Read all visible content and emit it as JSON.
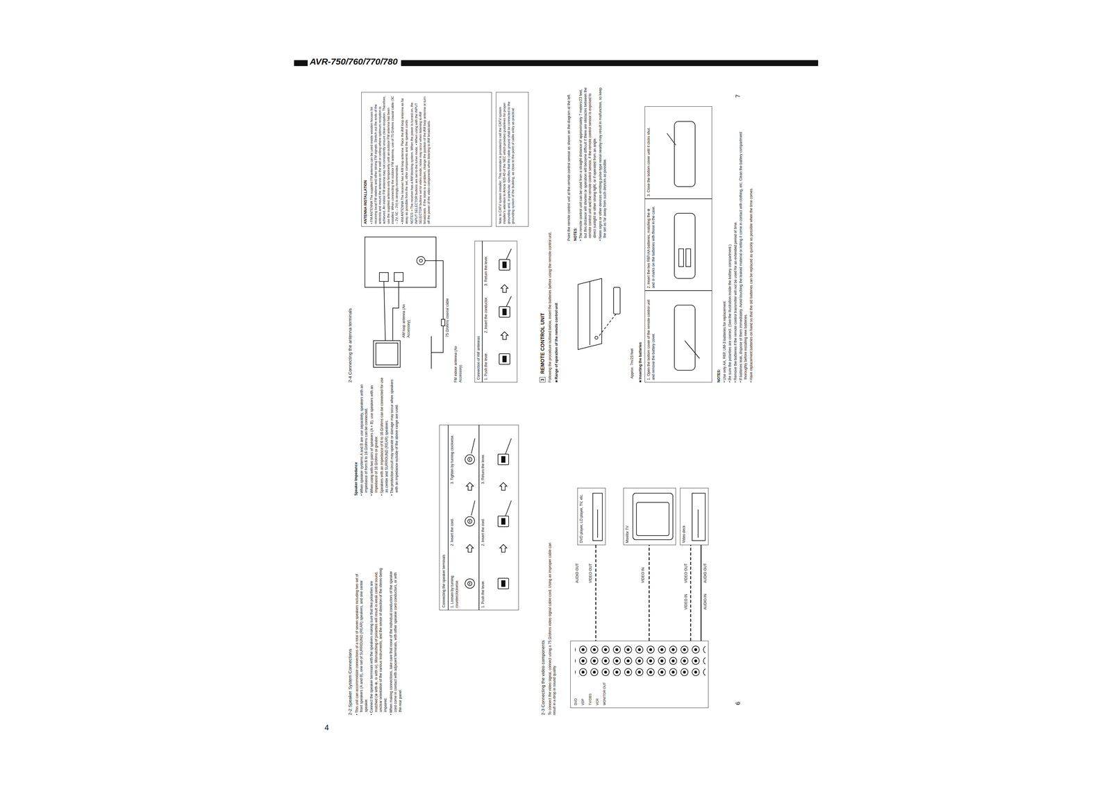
{
  "diagram": {
    "nodes": [
      {
        "text": [
          "Connecting the speaker terminals"
        ]
      },
      {
        "text": [
          "DVD",
          "VDP",
          "TV/DBS",
          "VCR",
          "MONITOR OUT"
        ]
      },
      {
        "text": [
          "DVD player, LD player, TV, etc."
        ]
      },
      {
        "text": [
          "Monitor TV"
        ]
      },
      {
        "text": [
          "Video deck"
        ]
      },
      {
        "text": [
          "Connection of AM antennas"
        ]
      },
      {
        "text": [
          "ANTENNA INSTALLATION",
          "• FM ANTENNA The supplied FM antenna can be used inside wooden houses for receiving local FM stations and other strong FM signals. Stretch out the ends of the antenna and mount the antenna on the wall or ceiling where optimum reception is achieved. An indoor FM antenna may not consistently ensure clean reception. Therefore, use the supplied antenna only temporarily until an outdoor FM antenna has been installed. When connecting the outdoor FM antenna, use of 75 Ω/ohms coaxial cable (3C – 2V, 5C – 2V) is strongly recommended.",
          "• AM ANTENNA The receiver has a AM loop antenna. Place the AM loop antenna as far away as possible from the set, other components and the speaker cords.",
          "NOTES: • The receiver has a AM blocking system. When the power is turned on, the INPUT SELECTOR buttons are set to the tuner mode. • When using with the INPUT SELECTOR buttons set to video mode, noise may occur when listening to AM broadcasts. If the noise is a problem, change the position of the AM loop antenna or turn off the power of the video components when listening to AM broadcasts."
        ]
      },
      {
        "text": [
          "Note to CATV system installer: This reminder is provided to call the CATV system installer's attention to Article 820-40 of the NEC which provides guidelines for proper grounding and, in particular, specifies that the cable ground shall be connected to the grounding system of the building, as close to the point of cable entry as practical."
        ]
      },
      {
        "text": [
          "■ Inserting the batteries"
        ]
      }
    ],
    "edges": [
      {
        "from": 2,
        "to": 1,
        "arrow": "none"
      },
      {
        "from": 1,
        "to": 3,
        "arrow": "none"
      },
      {
        "from": 1,
        "to": 4,
        "arrow": "none"
      },
      {
        "from": 4,
        "to": 1,
        "arrow": "none"
      }
    ],
    "labels": [
      "AVR-750/760/770/780",
      "4",
      "2-2 Speaker System Connections",
      "• This unit can accommodate connections of a total of seven speakers including two set of front speakers (A and B), one set of SURROUND (REAR) speakers, and one center speaker.",
      "• Connect the speaker terminals with the speakers making sure that like polarities are matched (⊕ with ⊕, ⊖ with ⊖). Mismatching of polarities will result in weak central sound, unclear orientation of the various instruments, and the sense of direction of the stereo being impaired.",
      "• When making connections, take care that none of the individual conductors of the speaker cord come in contact with adjacent terminals, with other speaker cord conductors, or with the rear panel.",
      "Speaker Impedance",
      "• When speaker systems A and B are use separately, speakers with an impedance of from 6 to 16 Ω/ohms can be connected.",
      "• When using with two pairs of speakers (A + B), use speakers with an impedance of 16 Ω/ohms or greater.",
      "• Speakers with an impedance of 6 to 16 Ω/ohms can be connected for use as center and SURROUND (REAR) speakers.",
      "• The protection circuit may operate or damage may occur when speakers with an impedance outside of the above range are used.",
      "1. Loosen by turning counterclockwise.",
      "2. Insert the cord.",
      "3. Tighten by turning clockwise.",
      "1. Push the lever.",
      "2. Insert the cord.",
      "3. Return the lever.",
      "2-3 Connecting the video components",
      "To connect the video signal, connect using a 75 Ω/ohms video signal cable cord. Using an improper cable can result in a drop in sound quality.",
      "AUDIO OUT",
      "VIDEO OUT",
      "VIDEO IN",
      "VIDEO IN",
      "VIDEO OUT",
      "AUDIO IN",
      "AUDIO OUT",
      "6",
      "2-4 Connecting the antenna terminals",
      "FM indoor antenna (An Accessory)",
      "AM loop antenna (An Accessory)",
      "75 Ω/ohms coaxial cable",
      "1. Push the lever.",
      "2. Insert the conductor.",
      "3. Return the lever.",
      "3",
      "REMOTE CONTROL UNIT",
      "Following the procedure outlined below, insert the batteries before using the remote control unit.",
      "■ Range of operation of the remote control unit",
      "Approx. 7m/23 feet",
      "Point the remote control unit at the remote control sensor as shown on the diagram at the left.",
      "NOTES:",
      "• The remote control unit can be used from a straight distance of approximately 7 meters/23 feet, but this distance will shorten or operation will become difficult if there are obstacles between the remote control unit and the remote control sensor, if the remote control sensor is exposed to direct sunlight or other strong light, or if operated from an angle.",
      "• Neon signs or other devices emitting pulse-type noise nearby may result in malfunction, so keep the set as far away from such devices as possible.",
      "1. Open the bottom cover of the remote control unit and remove the battery cover.",
      "2. Insert the two R6P/AA batteries, matching the ⊕ and ⊖ marks on the batteries with those in the case.",
      "3. Close the bottom cover until it clicks shut.",
      "NOTES:",
      "• Use only AA, R6P, UM-3 batteries for replacement.",
      "• Be sure the polarities are correct. (See the illustration inside the battery compartment.)",
      "• Remove the batteries if the remote control transmitter will not be used for an extended period of time.",
      "• If batteries leak, dispose of them immediately. Avoid touching the leaked material or letting it come in contact with clothing, etc. Clean the battery compartment thoroughly before installing new batteries.",
      "• Have replacement batteries on hand so that the old batteries can be replaced as quickly as possible when the time comes.",
      "7"
    ]
  }
}
